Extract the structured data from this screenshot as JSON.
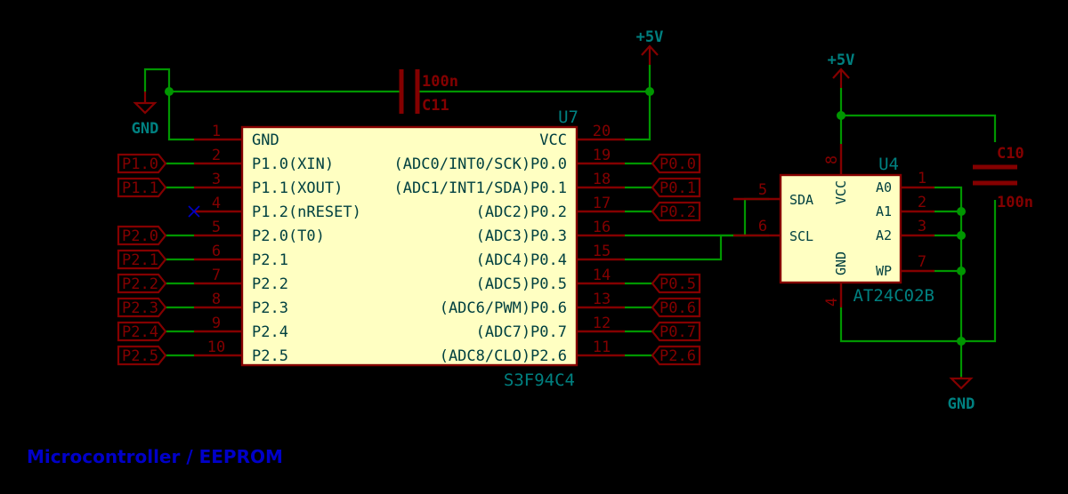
{
  "title": "Microcontroller / EEPROM",
  "power": {
    "vcc": "+5V",
    "gnd": "GND"
  },
  "u7": {
    "ref": "U7",
    "value": "S3F94C4",
    "left_pins": [
      {
        "num": "1",
        "name": "GND"
      },
      {
        "num": "2",
        "name": "P1.0(XIN)"
      },
      {
        "num": "3",
        "name": "P1.1(XOUT)"
      },
      {
        "num": "4",
        "name": "P1.2(nRESET)"
      },
      {
        "num": "5",
        "name": "P2.0(T0)"
      },
      {
        "num": "6",
        "name": "P2.1"
      },
      {
        "num": "7",
        "name": "P2.2"
      },
      {
        "num": "8",
        "name": "P2.3"
      },
      {
        "num": "9",
        "name": "P2.4"
      },
      {
        "num": "10",
        "name": "P2.5"
      }
    ],
    "right_pins": [
      {
        "num": "20",
        "name": "VCC"
      },
      {
        "num": "19",
        "name": "(ADC0/INT0/SCK)P0.0"
      },
      {
        "num": "18",
        "name": "(ADC1/INT1/SDA)P0.1"
      },
      {
        "num": "17",
        "name": "(ADC2)P0.2"
      },
      {
        "num": "16",
        "name": "(ADC3)P0.3"
      },
      {
        "num": "15",
        "name": "(ADC4)P0.4"
      },
      {
        "num": "14",
        "name": "(ADC5)P0.5"
      },
      {
        "num": "13",
        "name": "(ADC6/PWM)P0.6"
      },
      {
        "num": "12",
        "name": "(ADC7)P0.7"
      },
      {
        "num": "11",
        "name": "(ADC8/CLO)P2.6"
      }
    ]
  },
  "left_labels": [
    "P1.0",
    "P1.1",
    "",
    "P2.0",
    "P2.1",
    "P2.2",
    "P2.3",
    "P2.4",
    "P2.5"
  ],
  "right_labels": [
    "P0.0",
    "P0.1",
    "P0.2",
    "P0.5",
    "P0.6",
    "P0.7",
    "P2.6"
  ],
  "c11": {
    "ref": "C11",
    "value": "100n"
  },
  "c10": {
    "ref": "C10",
    "value": "100n"
  },
  "u4": {
    "ref": "U4",
    "value": "AT24C02B",
    "pins": {
      "sda": {
        "num": "5",
        "name": "SDA"
      },
      "scl": {
        "num": "6",
        "name": "SCL"
      },
      "vcc": {
        "num": "8",
        "name": "VCC"
      },
      "gnd": {
        "num": "4",
        "name": "GND"
      },
      "a0": {
        "num": "1",
        "name": "A0"
      },
      "a1": {
        "num": "2",
        "name": "A1"
      },
      "a2": {
        "num": "3",
        "name": "A2"
      },
      "wp": {
        "num": "7",
        "name": "WP"
      }
    }
  }
}
